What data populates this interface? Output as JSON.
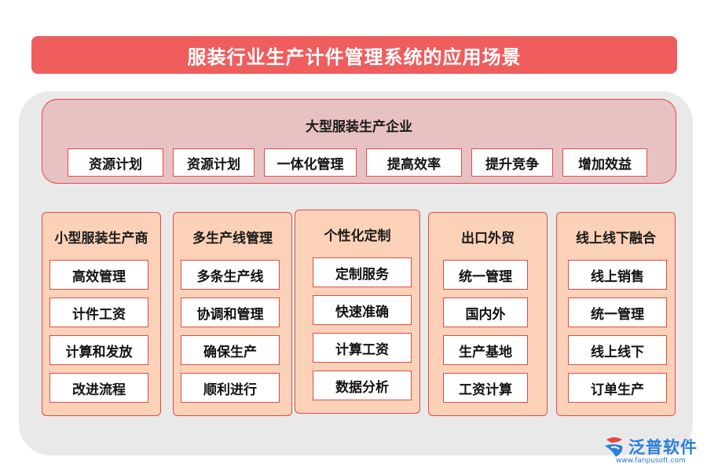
{
  "title": "服装行业生产计件管理系统的应用场景",
  "top": {
    "title": "大型服装生产企业",
    "items": [
      "资源计划",
      "资源计划",
      "一体化管理",
      "提高效率",
      "提升竞争",
      "增加效益"
    ]
  },
  "columns": [
    {
      "title": "小型服装生产商",
      "items": [
        "高效管理",
        "计件工资",
        "计算和发放",
        "改进流程"
      ]
    },
    {
      "title": "多生产线管理",
      "items": [
        "多条生产线",
        "协调和管理",
        "确保生产",
        "顺利进行"
      ]
    },
    {
      "title": "个性化定制",
      "items": [
        "定制服务",
        "快速准确",
        "计算工资",
        "数据分析"
      ]
    },
    {
      "title": "出口外贸",
      "items": [
        "统一管理",
        "国内外",
        "生产基地",
        "工资计算"
      ]
    },
    {
      "title": "线上线下融合",
      "items": [
        "线上销售",
        "统一管理",
        "线上线下",
        "订单生产"
      ]
    }
  ],
  "logo": {
    "name": "泛普软件",
    "url": "www.fanpusoft.com"
  },
  "colors": {
    "title_bg": "#ef5d5d",
    "panel_bg": "#e9e9e9",
    "top_box_bg": "#e8c2c3",
    "column_bg": "#fbd2b7",
    "border": "#e24a4a",
    "logo": "#2a7fd6"
  }
}
